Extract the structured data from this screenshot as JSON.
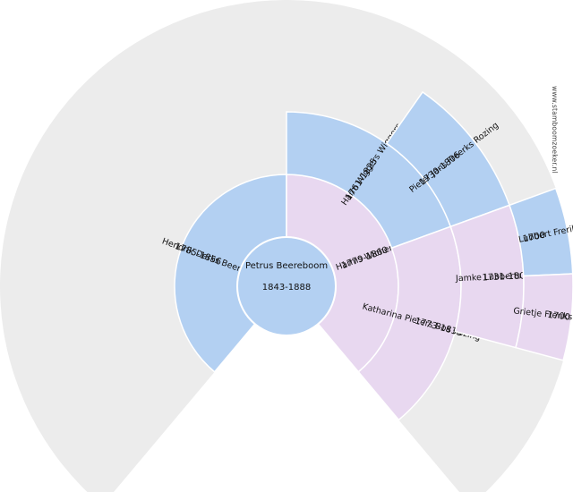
{
  "colors": {
    "empty": "#ececec",
    "male": "#b3d0f2",
    "female": "#e8d8f0",
    "border": "#ffffff",
    "text": "#111111"
  },
  "watermark": "www.stamboomzoeker.nl",
  "root": {
    "name": "Petrus Beereboom",
    "dates": "1843-1888"
  },
  "ancestors": [
    {
      "key": "hendrik-derks-beereboom",
      "name": "Hendrik Derks Beereboom",
      "dates": "1785-1856",
      "gender": "male"
    },
    {
      "key": "engelina-harms-wichers",
      "name": "Engelina Harms Wichers",
      "dates": "1779-1860",
      "gender": "female"
    },
    {
      "key": "harm-wiggers-wiggers",
      "name": "Harm Wiggers Wiggers",
      "dates": "1761-1825",
      "gender": "male"
    },
    {
      "key": "katharina-pieters-bos-rozing",
      "name": "Katharina Pieters Bos Rozing",
      "dates": "1773-1833",
      "gender": "female"
    },
    {
      "key": "pieter-jans-freerks-rozing",
      "name": "Pieter Jans Freerks Rozing",
      "dates": "1730-1806",
      "gender": "male"
    },
    {
      "key": "jamke-lubberts",
      "name": "Jamke Lubberts",
      "dates": "1731-1806",
      "gender": "female"
    },
    {
      "key": "lubbert-freriks",
      "name": "Lubbert Freriks",
      "dates": "1700",
      "gender": "male"
    },
    {
      "key": "grietje-freriks",
      "name": "Grietje Freriks",
      "dates": "1700",
      "gender": "female"
    }
  ]
}
